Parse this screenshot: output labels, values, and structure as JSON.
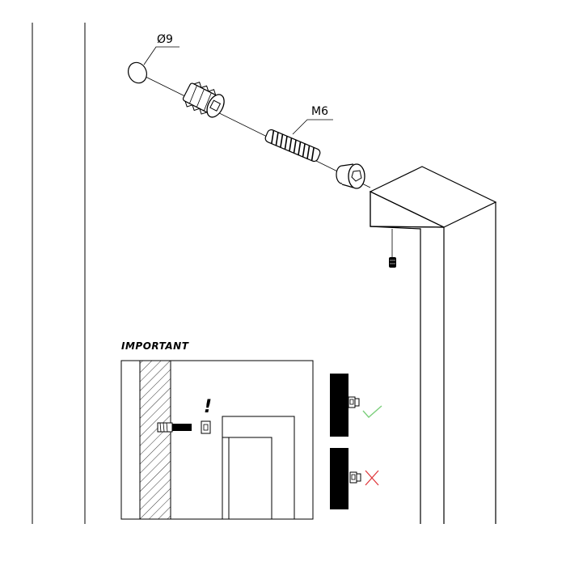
{
  "labels": {
    "cap_diameter": "Ø9",
    "thread": "M6",
    "important": "IMPORTANT",
    "warning_mark": "!"
  },
  "colors": {
    "line": "#000000",
    "correct": "#7ccf7c",
    "incorrect": "#e0393d"
  },
  "icons": {
    "correct": "check-icon",
    "incorrect": "cross-icon"
  }
}
